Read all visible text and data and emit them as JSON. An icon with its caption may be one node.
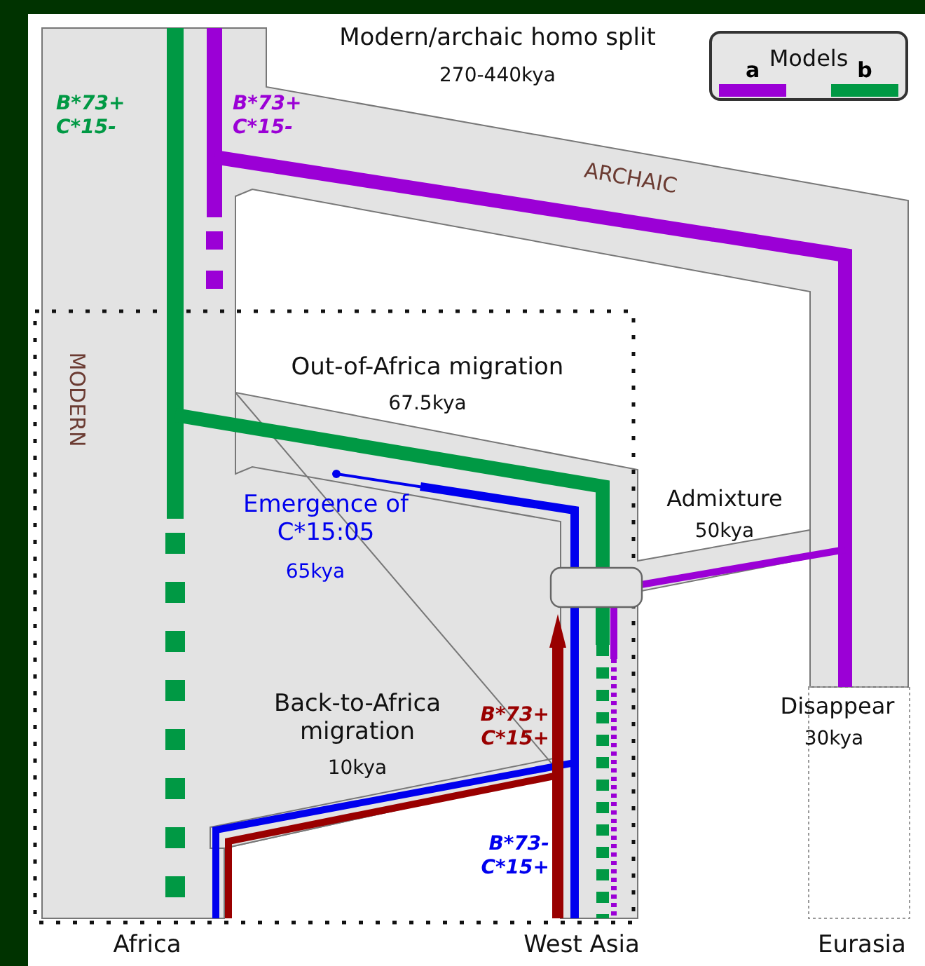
{
  "diagram": {
    "labels": [
      "Modern/archaic homo split",
      "270-440kya",
      "Models",
      "B*73+ C*15-",
      "B*73+ C*15-",
      "ARCHAIC",
      "MODERN",
      "Out-of-Africa migration",
      "67.5kya",
      "Emergence of C*15:05",
      "65kya",
      "Admixture",
      "50kya",
      "Back-to-Africa migration",
      "10kya",
      "B*73+ C*15+",
      "B*73- C*15+",
      "Disappear",
      "30kya",
      "Africa",
      "West Asia",
      "Eurasia"
    ],
    "legend": [
      {
        "text": "a",
        "color": "#9b00d6"
      },
      {
        "text": "b",
        "color": "#009944"
      }
    ]
  }
}
